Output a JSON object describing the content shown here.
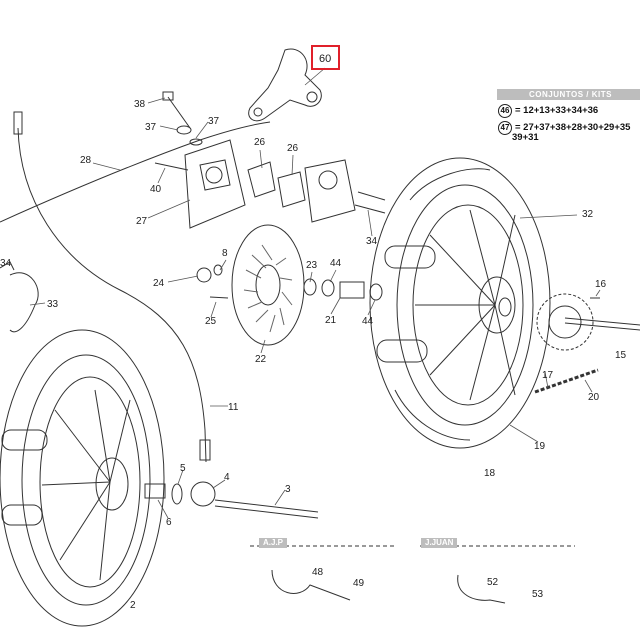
{
  "diagram": {
    "highlighted_part": "60",
    "colors": {
      "highlight": "#e0202a",
      "line": "#333333",
      "tab_bg": "#bdbdbd"
    },
    "callouts": {
      "c60": "60",
      "c38": "38",
      "c37a": "37",
      "c37b": "37",
      "c28": "28",
      "c40": "40",
      "c27": "27",
      "c26a": "26",
      "c26b": "26",
      "c34a": "34",
      "c34b": "34",
      "c32": "32",
      "c8": "8",
      "c24": "24",
      "c23": "23",
      "c44a": "44",
      "c44b": "44",
      "c21": "21",
      "c25": "25",
      "c22": "22",
      "c33": "33",
      "c16": "16",
      "c15": "15",
      "c17": "17",
      "c20": "20",
      "c19": "19",
      "c18": "18",
      "c11": "11",
      "c5": "5",
      "c4": "4",
      "c6": "6",
      "c3": "3",
      "c48": "48",
      "c49": "49",
      "c52": "52",
      "c53": "53",
      "c2": "2"
    },
    "kits": {
      "header": "CONJUNTOS / KITS",
      "rows": [
        {
          "id": "46",
          "formula": "= 12+13+33+34+36"
        },
        {
          "id": "47",
          "formula": "= 27+37+38+28+30+29+35",
          "continuation": "39+31"
        }
      ]
    },
    "insets": {
      "left_tab": "A.J.P",
      "right_tab": "J.JUAN"
    }
  }
}
